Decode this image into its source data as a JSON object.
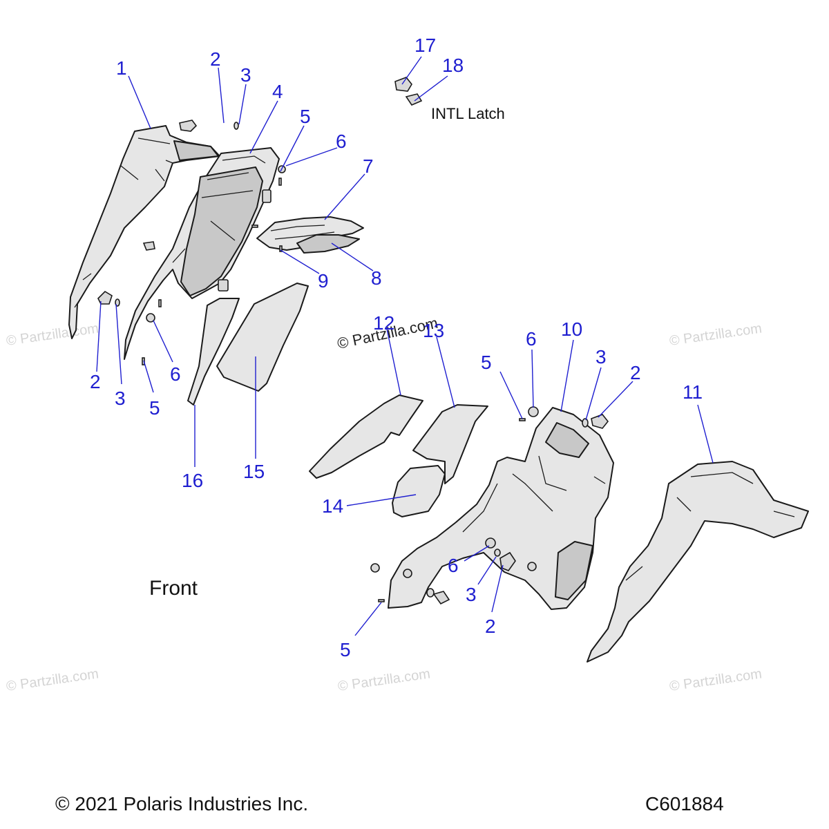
{
  "callouts": [
    {
      "label": "1"
    },
    {
      "label": "2"
    },
    {
      "label": "3"
    },
    {
      "label": "4"
    },
    {
      "label": "5"
    },
    {
      "label": "6"
    },
    {
      "label": "7"
    },
    {
      "label": "8"
    },
    {
      "label": "9"
    },
    {
      "label": "6"
    },
    {
      "label": "5"
    },
    {
      "label": "3"
    },
    {
      "label": "2"
    },
    {
      "label": "16"
    },
    {
      "label": "15"
    },
    {
      "label": "17"
    },
    {
      "label": "18"
    },
    {
      "label": "12"
    },
    {
      "label": "13"
    },
    {
      "label": "14"
    },
    {
      "label": "5"
    },
    {
      "label": "6"
    },
    {
      "label": "10"
    },
    {
      "label": "3"
    },
    {
      "label": "2"
    },
    {
      "label": "11"
    },
    {
      "label": "6"
    },
    {
      "label": "3"
    },
    {
      "label": "2"
    },
    {
      "label": "5"
    }
  ],
  "notes": {
    "intl_latch": "INTL Latch",
    "front": "Front"
  },
  "watermark": {
    "text": "© Partzilla.com"
  },
  "footer": {
    "copyright": "© 2021 Polaris Industries Inc.",
    "drawing_number": "C601884"
  },
  "colors": {
    "callout": "#1f1fd0",
    "line_art": "#1a1a1a"
  }
}
